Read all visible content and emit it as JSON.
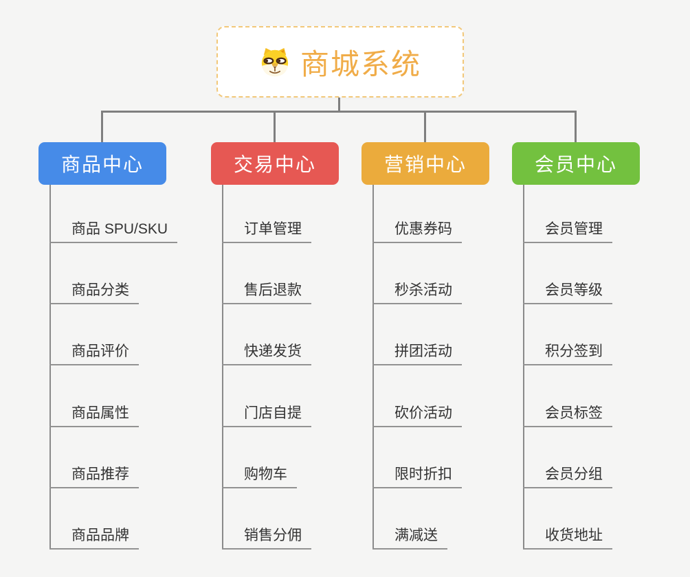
{
  "app": {
    "type": "mind-map-diagram"
  },
  "root": {
    "label": "商城系统",
    "icon": "dog-face-icon",
    "text_color": "#F0AC48",
    "border_color": "#F2C879",
    "background": "#FFFFFF"
  },
  "branches": [
    {
      "label": "商品中心",
      "color": "#468BE8",
      "children": [
        "商品 SPU/SKU",
        "商品分类",
        "商品评价",
        "商品属性",
        "商品推荐",
        "商品品牌"
      ]
    },
    {
      "label": "交易中心",
      "color": "#E65853",
      "children": [
        "订单管理",
        "售后退款",
        "快递发货",
        "门店自提",
        "购物车",
        "销售分佣"
      ]
    },
    {
      "label": "营销中心",
      "color": "#EBAB3C",
      "children": [
        "优惠券码",
        "秒杀活动",
        "拼团活动",
        "砍价活动",
        "限时折扣",
        "满减送"
      ]
    },
    {
      "label": "会员中心",
      "color": "#73C13F",
      "children": [
        "会员管理",
        "会员等级",
        "积分签到",
        "会员标签",
        "会员分组",
        "收货地址"
      ]
    }
  ],
  "style_tokens": {
    "connector_color": "#7F7F7F",
    "trunk_color": "#8A8A8A",
    "underline_color": "#929292",
    "background_color": "#F5F5F4",
    "child_text_color": "#333333",
    "branch_text_color": "#FFFFFF"
  }
}
